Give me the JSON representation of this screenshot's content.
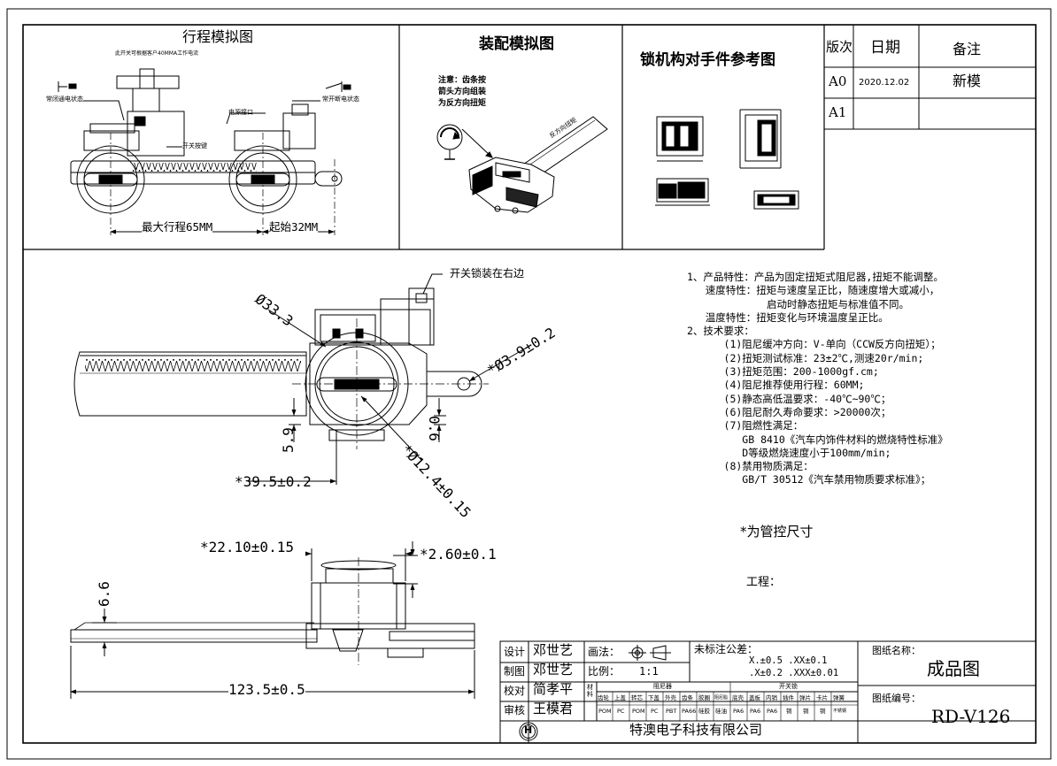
{
  "panels": {
    "stroke_title": "行程模拟图",
    "stroke_subtitle": "此开关可根据客户40MMA工作电流",
    "stroke_labels": {
      "normally_closed": "常闭通电状态",
      "normally_open": "常开断电状态",
      "power_port": "电源接口",
      "switch_button": "开关按键",
      "max_stroke": "最大行程65MM",
      "start": "起始32MM"
    },
    "assembly_title": "装配模拟图",
    "assembly_note": [
      "注意：齿条按",
      "箭头方向组装",
      "为反方向扭矩"
    ],
    "assembly_arrow_text": "反方向扭矩",
    "lock_title": "锁机构对手件参考图"
  },
  "revision_table": {
    "headers": [
      "版次",
      "日期",
      "备注"
    ],
    "rows": [
      {
        "rev": "A0",
        "date": "2020.12.02",
        "note": "新模"
      },
      {
        "rev": "A1",
        "date": "",
        "note": ""
      }
    ]
  },
  "main_view": {
    "callout": "开关锁装在右边",
    "dims": {
      "d33": "Ø33.3",
      "d3_9": "*Ø3.9±0.2",
      "d12_4": "*Ø12.4±0.15",
      "h5_9": "5.9",
      "h0_6": "0.6",
      "w39_5": "*39.5±0.2",
      "w22_10": "*22.10±0.15",
      "w2_60": "*2.60±0.1",
      "h6_6": "6.6",
      "l123_5": "123.5±0.5"
    }
  },
  "notes": {
    "lines": [
      "1、产品特性：产品为固定扭矩式阻尼器,扭矩不能调整。",
      "   速度特性：扭矩与速度呈正比，随速度增大或减小，",
      "             启动时静态扭矩与标准值不同。",
      "   温度特性：扭矩变化与环境温度呈正比。",
      "2、技术要求：",
      "      (1)阻尼缓冲方向：V-单向（CCW反方向扭矩）；",
      "      (2)扭矩测试标准：23±2℃,测速20r/min;",
      "      (3)扭矩范围：200-1000gf.cm;",
      "      (4)阻尼推荐使用行程：60MM;",
      "      (5)静态高低温要求：-40℃~90℃；",
      "      (6)阻尼耐久寿命要求：>20000次；",
      "      (7)阻燃性满足：",
      "         GB 8410《汽车内饰件材料的燃烧特性标准》",
      "         D等级燃烧速度小于100mm/min;",
      "      (8)禁用物质满足：",
      "         GB/T 30512《汽车禁用物质要求标准》；"
    ],
    "controlled": "*为管控尺寸",
    "process": "工程："
  },
  "title_block": {
    "design_label": "设计",
    "design_name": "邓世艺",
    "draw_label": "制图",
    "draw_name": "邓世艺",
    "check_label": "校对",
    "check_name": "简孝平",
    "review_label": "审核",
    "review_name": "王模君",
    "projection_label": "画法：",
    "scale_label": "比例：",
    "scale_value": "1:1",
    "tolerance_label": "未标注公差：",
    "tolerance_line1": "X.±0.5  .XX±0.1",
    "tolerance_line2": ".X±0.2 .XXX±0.01",
    "material_label": "材料",
    "group_damper": "阻尼器",
    "group_switch": "开关锁",
    "material_parts": [
      "齿轮",
      "上盖",
      "转芯",
      "下盖",
      "外壳",
      "齿条",
      "胶圈",
      "阻尼脂",
      "底壳",
      "盖板",
      "内销",
      "插件",
      "弹片",
      "卡片",
      "弹簧"
    ],
    "material_values": [
      "POM",
      "PC",
      "POM",
      "PC",
      "PBT",
      "PA66",
      "硅胶",
      "硅油",
      "PA6",
      "PA6",
      "PA6",
      "铜",
      "铜",
      "铜",
      "不锈钢"
    ],
    "drawing_name_label": "图纸名称：",
    "drawing_name": "成品图",
    "drawing_no_label": "图纸编号：",
    "drawing_no": "RD-V126",
    "company": "特澳电子科技有限公司",
    "logo_text": "H"
  }
}
